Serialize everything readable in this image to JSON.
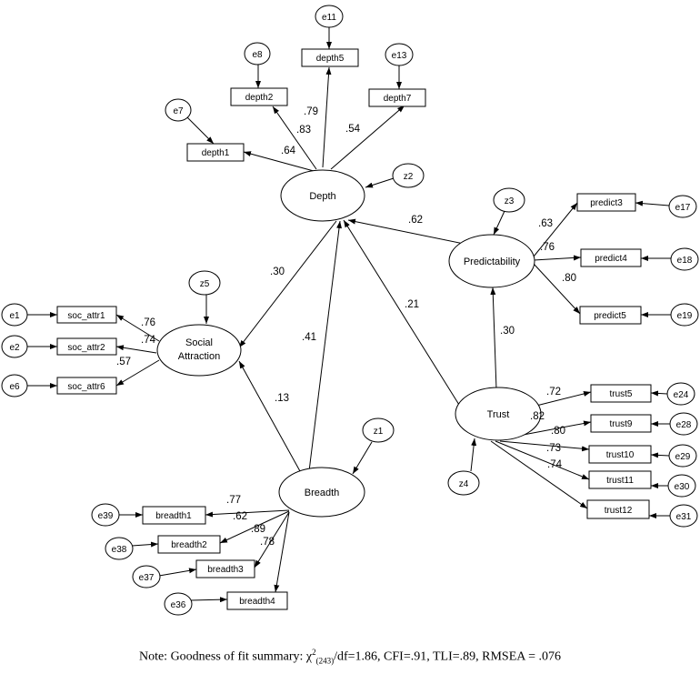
{
  "latent": {
    "depth": "Depth",
    "predictability": "Predictability",
    "social1": "Social",
    "social2": "Attraction",
    "breadth": "Breadth",
    "trust": "Trust"
  },
  "indicators": {
    "depth1": "depth1",
    "depth2": "depth2",
    "depth5": "depth5",
    "depth7": "depth7",
    "predict3": "predict3",
    "predict4": "predict4",
    "predict5": "predict5",
    "soc_attr1": "soc_attr1",
    "soc_attr2": "soc_attr2",
    "soc_attr6": "soc_attr6",
    "breadth1": "breadth1",
    "breadth2": "breadth2",
    "breadth3": "breadth3",
    "breadth4": "breadth4",
    "trust5": "trust5",
    "trust9": "trust9",
    "trust10": "trust10",
    "trust11": "trust11",
    "trust12": "trust12"
  },
  "errors": {
    "e1": "e1",
    "e2": "e2",
    "e6": "e6",
    "e7": "e7",
    "e8": "e8",
    "e11": "e11",
    "e13": "e13",
    "e17": "e17",
    "e18": "e18",
    "e19": "e19",
    "e24": "e24",
    "e28": "e28",
    "e29": "e29",
    "e30": "e30",
    "e31": "e31",
    "e36": "e36",
    "e37": "e37",
    "e38": "e38",
    "e39": "e39"
  },
  "disturbances": {
    "z1": "z1",
    "z2": "z2",
    "z3": "z3",
    "z4": "z4",
    "z5": "z5"
  },
  "loadings": {
    "depth1": ".64",
    "depth2": ".83",
    "depth5": ".79",
    "depth7": ".54",
    "predict3": ".63",
    "predict4": ".76",
    "predict5": ".80",
    "soc_attr1": ".76",
    "soc_attr2": ".74",
    "soc_attr6": ".57",
    "breadth1": ".77",
    "breadth2": ".62",
    "breadth3": ".89",
    "breadth4": ".78",
    "trust5": ".72",
    "trust9": ".82",
    "trust10": ".80",
    "trust11": ".73",
    "trust12": ".74"
  },
  "paths": {
    "predictability_depth": ".62",
    "depth_social": ".30",
    "trust_depth": ".21",
    "breadth_depth": ".41",
    "trust_predictability": ".30",
    "breadth_social": ".13"
  },
  "note": {
    "prefix": "Note: Goodness of fit summary: χ",
    "sup": "2",
    "sub": "(243)",
    "suffix": "/df=1.86, CFI=.91, TLI=.89, RMSEA = .076"
  }
}
